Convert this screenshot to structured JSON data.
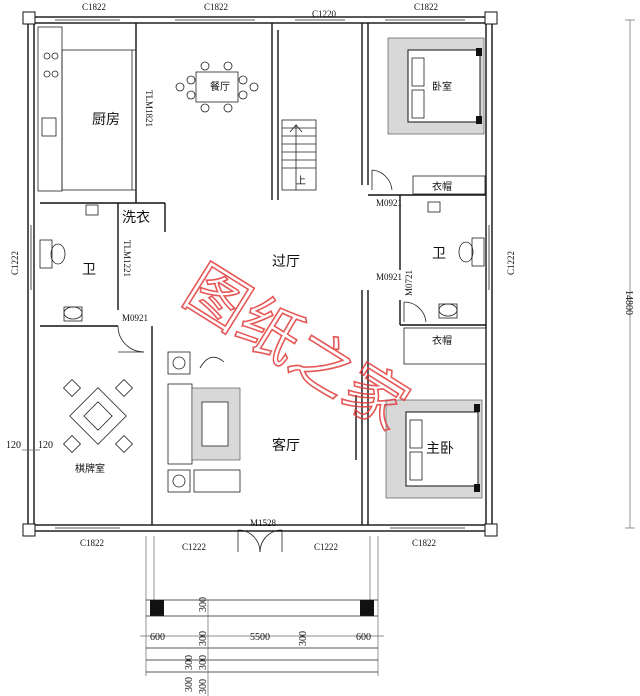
{
  "rooms": {
    "kitchen": "厨房",
    "dining": "餐厅",
    "laundry": "洗衣",
    "bath_left": "卫",
    "bath_right": "卫",
    "hall": "过厅",
    "living": "客厅",
    "chess_room": "棋牌室",
    "bedroom": "卧室",
    "master_bedroom": "主卧",
    "wardrobe_top": "衣帽",
    "wardrobe_bottom": "衣帽",
    "stair_up": "上"
  },
  "codes": {
    "top_c1822_a": "C1822",
    "top_c1822_b": "C1822",
    "top_c1220": "C1220",
    "top_c1822_c": "C1822",
    "bot_c1822_a": "C1822",
    "bot_c1222_a": "C1222",
    "bot_m1528": "M1528",
    "bot_c1222_b": "C1222",
    "bot_c1822_b": "C1822",
    "left_c1222": "C1222",
    "right_c1222": "C1222",
    "tlm1821": "TLM1821",
    "tlm1221": "TLM1221",
    "m0921_left": "M0921",
    "m0921_mid_top": "M0921",
    "m0921_mid": "M0921",
    "m0721": "M0721"
  },
  "dims": {
    "total_height": "14800",
    "left_120": "120",
    "left_120_b": "120",
    "porch_300_a": "300",
    "porch_300_b": "300",
    "porch_300_c": "300",
    "porch_300_d": "300",
    "porch_300_e": "300",
    "porch_300_f": "300",
    "porch_300_g": "300",
    "porch_600_l": "600",
    "porch_5500": "5500",
    "porch_600_r": "600"
  },
  "watermark": "图纸之家"
}
